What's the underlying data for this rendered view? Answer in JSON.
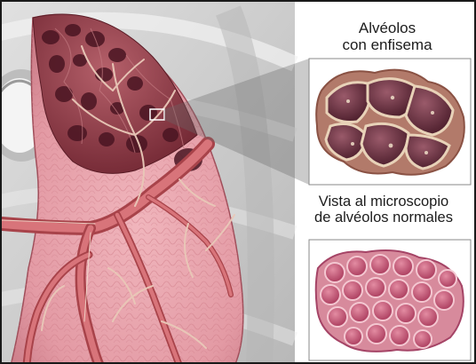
{
  "figure": {
    "caption_emphysema": {
      "line1": "Alvéolos",
      "line2": "con enfisema"
    },
    "caption_normal": {
      "line1": "Vista al microscopio",
      "line2": "de alvéolos normales"
    }
  },
  "colors": {
    "lung_tissue": "#e8a5ad",
    "emphysema_tissue": "#8a2f3a",
    "bronchi": "#c65a5e",
    "rib_gray": "#c9c9c9",
    "background": "#ffffff"
  }
}
